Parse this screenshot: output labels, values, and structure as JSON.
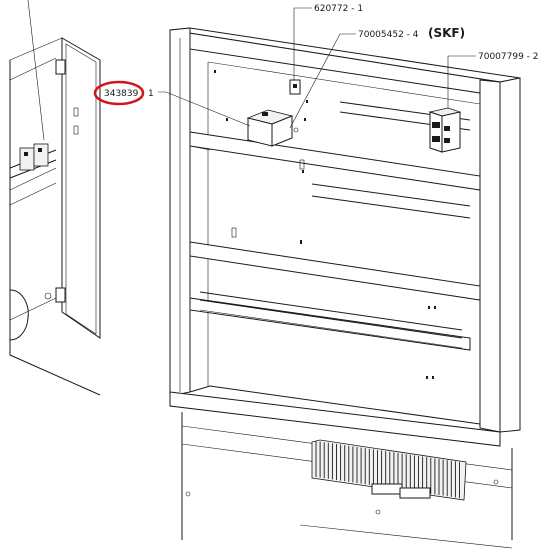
{
  "callouts": {
    "c620772": "620772  - 1",
    "c70005452": "70005452  - 4",
    "c70005452_note": "(SKF)",
    "c70007799": "70007799  - 2",
    "c343839_code": "343839",
    "c343839_qty": "1"
  },
  "colors": {
    "line": "#1a1a1a",
    "highlight_ring": "#d0161b",
    "background": "#ffffff"
  }
}
